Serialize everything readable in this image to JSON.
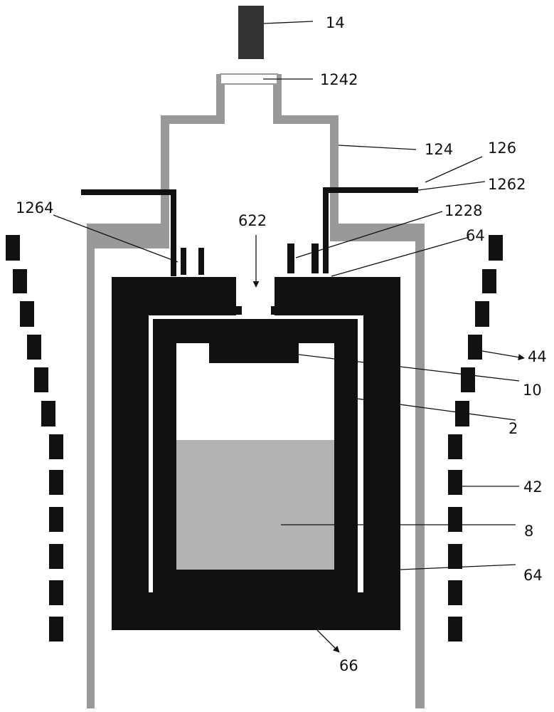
{
  "colors": {
    "black": "#111111",
    "gray": "#999999",
    "melt": "#b3b3b3",
    "background": "#ffffff"
  },
  "labels": {
    "l14": "14",
    "l1242": "1242",
    "l124": "124",
    "l126": "126",
    "l1262": "1262",
    "l1264": "1264",
    "l622": "622",
    "l1228": "1228",
    "l64_top": "64",
    "l44": "44",
    "l10": "10",
    "l2": "2",
    "l42": "42",
    "l8": "8",
    "l64_bottom": "64",
    "l66": "66"
  }
}
